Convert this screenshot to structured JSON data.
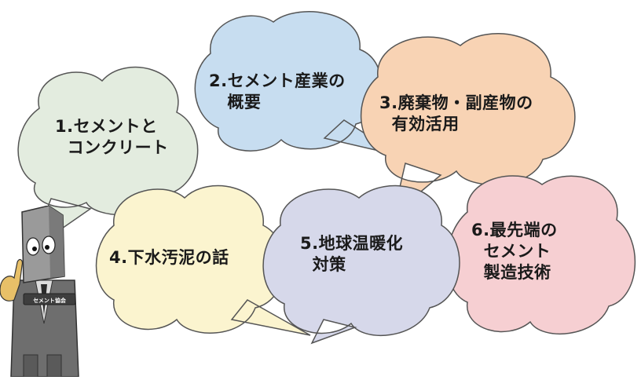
{
  "menu": {
    "items": [
      {
        "id": "cement-concrete",
        "label": "1.セメントと\n  コンクリート",
        "color": "#e3ecdf"
      },
      {
        "id": "industry-overview",
        "label": "2.セメント産業の\n   概要",
        "color": "#c7ddf0"
      },
      {
        "id": "waste-utilization",
        "label": "3.廃棄物・副産物の\n  有効活用",
        "color": "#f8d3b4"
      },
      {
        "id": "sewage-sludge",
        "label": "4.下水汚泥の話",
        "color": "#fbf4cf"
      },
      {
        "id": "global-warming",
        "label": "5.地球温暖化\n  対策",
        "color": "#d6d8ea"
      },
      {
        "id": "cutting-edge",
        "label": "6.最先端の\n  セメント\n  製造技術",
        "color": "#f6cfd2"
      }
    ]
  },
  "mascot": {
    "badge_text": "セメント協会",
    "body_color": "#8a8a8a",
    "suit_color": "#6e6e6e"
  }
}
